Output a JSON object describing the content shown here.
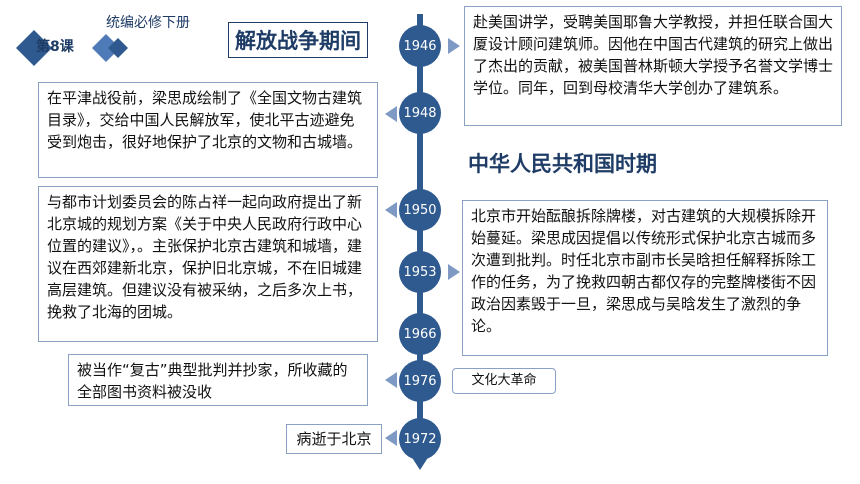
{
  "header": {
    "textbook": "统编必修下册",
    "lesson": "第8课"
  },
  "eras": {
    "war": "解放战争期间",
    "prc": "中华人民共和国时期"
  },
  "years": [
    "1946",
    "1948",
    "1950",
    "1953",
    "1966",
    "1976",
    "1972"
  ],
  "events": {
    "e1946": "赴美国讲学，受聘美国耶鲁大学教授，并担任联合国大厦设计顾问建筑师。因他在中国古代建筑的研究上做出了杰出的贡献，被美国普林斯顿大学授予名誉文学博士学位。同年，回到母校清华大学创办了建筑系。",
    "e1948": "在平津战役前，梁思成绘制了《全国文物古建筑目录》，交给中国人民解放军，使北平古迹避免受到炮击，很好地保护了北京的文物和古城墙。",
    "e1950": "与都市计划委员会的陈占祥一起向政府提出了新北京城的规划方案《关于中央人民政府行政中心位置的建议》，。主张保护北京古建筑和城墙，建议在西郊建新北京，保护旧北京城，不在旧城建高层建筑。但建议没有被采纳，之后多次上书，挽救了北海的团城。",
    "e1953": "北京市开始酝酿拆除牌楼，对古建筑的大规模拆除开始蔓延。梁思成因提倡以传统形式保护北京古城而多次遭到批判。时任北京市副市长吴晗担任解释拆除工作的任务，为了挽救四朝古都仅存的完整牌楼街不因政治因素毁于一旦，梁思成与吴晗发生了激烈的争论。",
    "e1966": "被当作“复古”典型批判并抄家，所收藏的全部图书资料被没收",
    "e1976_tag": "文化大革命",
    "e1972": "病逝于北京"
  },
  "colors": {
    "timeline": "#2f5a8f",
    "era_text": "#1f3c66",
    "box_border": "#8aa0c4"
  }
}
